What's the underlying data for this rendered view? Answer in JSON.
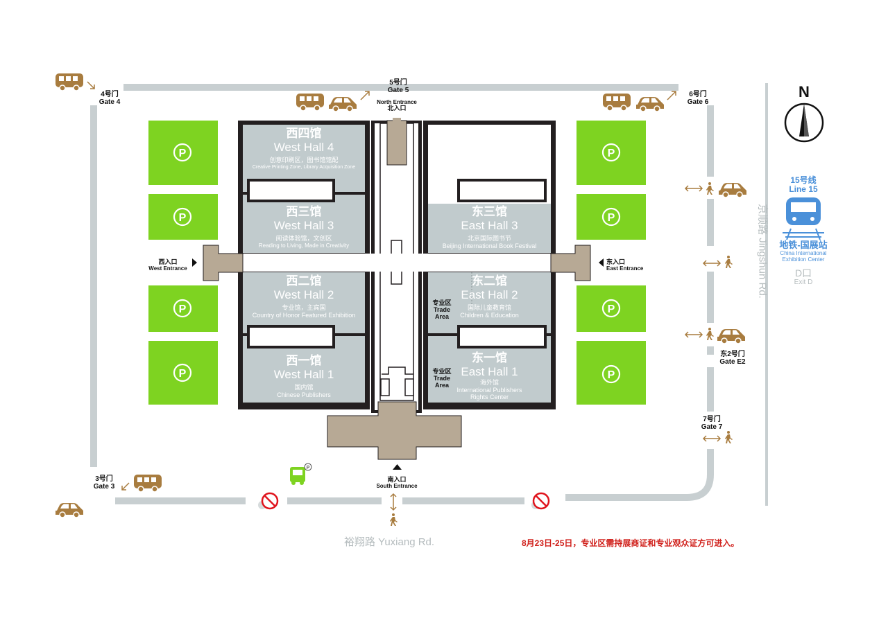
{
  "colors": {
    "road": "#c8cfd1",
    "hall": "#c1cbcd",
    "hall_border": "#231f20",
    "parking": "#7ed321",
    "annex": "#b7a995",
    "vehicle": "#a87c3f",
    "metro": "#4a90d9",
    "notice": "#d0201b",
    "no_entry": "#e0141d"
  },
  "compass": {
    "letter": "N"
  },
  "halls": {
    "west4": {
      "cn": "西四馆",
      "en": "West Hall 4",
      "sub_cn": "创意印刷区，图书馆馆配",
      "sub_en": "Creative Printing Zone, Library Acquisition Zone"
    },
    "west3": {
      "cn": "西三馆",
      "en": "West Hall 3",
      "sub_cn": "阅读体验馆，文创区",
      "sub_en": "Reading to Living, Made in Creativity"
    },
    "west2": {
      "cn": "西二馆",
      "en": "West Hall 2",
      "sub_cn": "专业馆，主宾国",
      "sub_en": "Country of Honor Featured Exhibition"
    },
    "west1": {
      "cn": "西一馆",
      "en": "West Hall 1",
      "sub_cn": "国内馆",
      "sub_en": "Chinese Publishers"
    },
    "east3": {
      "cn": "东三馆",
      "en": "East Hall 3",
      "sub_cn": "北京国际图书节",
      "sub_en": "Beijing International Book Festival"
    },
    "east2": {
      "cn": "东二馆",
      "en": "East Hall 2",
      "sub_cn": "国际儿童教育馆",
      "sub_en": "Children & Education"
    },
    "east1": {
      "cn": "东一馆",
      "en": "East Hall 1",
      "sub_cn": "海外馆",
      "sub_en": "International Publishers",
      "sub_en2": "Rights Center"
    }
  },
  "trade_area": {
    "cn": "专业区",
    "en1": "Trade",
    "en2": "Area"
  },
  "gates": {
    "gate4": {
      "cn": "4号门",
      "en": "Gate 4"
    },
    "gate5": {
      "cn": "5号门",
      "en": "Gate 5"
    },
    "gate6": {
      "cn": "6号门",
      "en": "Gate 6"
    },
    "gate3": {
      "cn": "3号门",
      "en": "Gate 3"
    },
    "gateE2": {
      "cn": "东2号门",
      "en": "Gate E2"
    },
    "gate7": {
      "cn": "7号门",
      "en": "Gate 7"
    }
  },
  "entrances": {
    "north": {
      "en": "North Entrance",
      "cn": "北入口"
    },
    "west": {
      "cn": "西入口",
      "en": "West Entrance"
    },
    "east": {
      "cn": "东入口",
      "en": "East Entrance"
    },
    "south": {
      "cn": "南入口",
      "en": "South Entrance"
    }
  },
  "roads": {
    "south": "裕翔路  Yuxiang Rd.",
    "east": "京顺路  Jingshun Rd."
  },
  "metro": {
    "line_cn": "15号线",
    "line_en": "Line 15",
    "station_cn": "地铁-国展站",
    "station_en1": "China International",
    "station_en2": "Exhibition Center",
    "exit_cn": "D口",
    "exit_en": "Exit D"
  },
  "parking_symbol": "P",
  "notice": "8月23日-25日，专业区需持展商证和专业观众证方可进入。"
}
